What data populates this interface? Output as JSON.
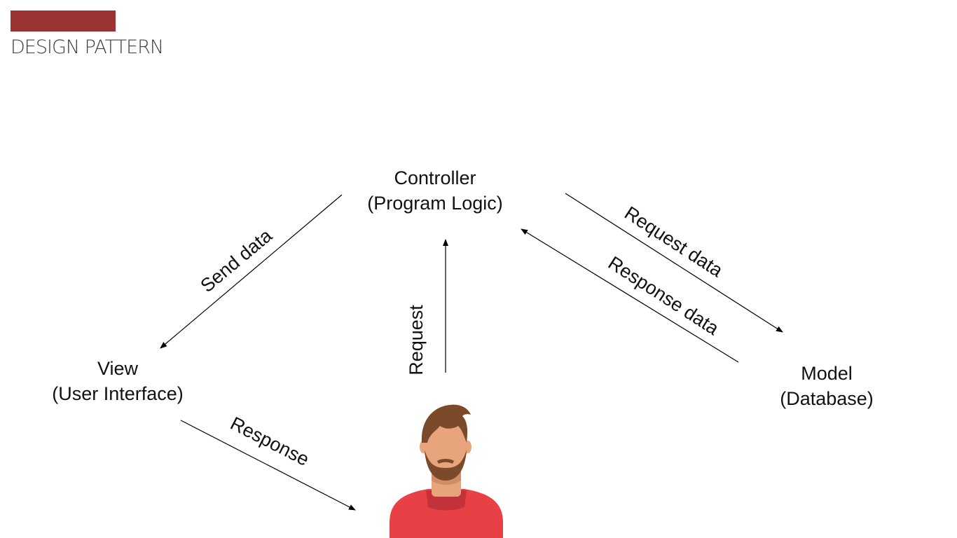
{
  "header": {
    "title": "DESIGN PATTERN",
    "accent_color": "#9b3335"
  },
  "nodes": {
    "controller": {
      "name": "Controller",
      "detail": "(Program Logic)"
    },
    "view": {
      "name": "View",
      "detail": "(User Interface)"
    },
    "model": {
      "name": "Model",
      "detail": "(Database)"
    },
    "user": {
      "icon": "user-avatar-icon",
      "shirt_color": "#e84145",
      "hair_color": "#7a4a2a",
      "skin_color": "#e8a47c"
    }
  },
  "edges": {
    "send_data": "Send data",
    "request": "Request",
    "request_data": "Request data",
    "response_data": "Response data",
    "response": "Response"
  }
}
